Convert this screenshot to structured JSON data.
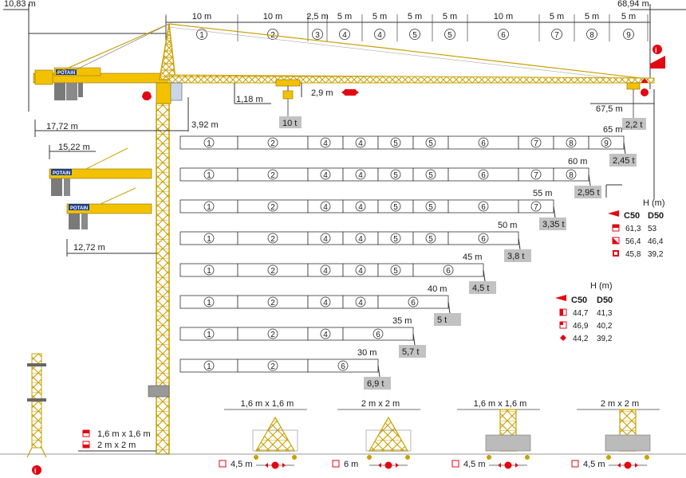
{
  "colors": {
    "yellow": "#f2c200",
    "red": "#e30613",
    "grey": "#c2c2c2",
    "dark": "#333333"
  },
  "top": {
    "left_offset": "10,83 m",
    "right_max": "68,94 m",
    "segments": [
      {
        "len": "10 m",
        "num": "1"
      },
      {
        "len": "10 m",
        "num": "2"
      },
      {
        "len": "2,5 m",
        "num": "3"
      },
      {
        "len": "5 m",
        "num": "4"
      },
      {
        "len": "5 m",
        "num": "4"
      },
      {
        "len": "5 m",
        "num": "5"
      },
      {
        "len": "5 m",
        "num": "5"
      },
      {
        "len": "10 m",
        "num": "6"
      },
      {
        "len": "5 m",
        "num": "7"
      },
      {
        "len": "5 m",
        "num": "8"
      },
      {
        "len": "5 m",
        "num": "9"
      }
    ],
    "hook_height": "1,18 m",
    "trolley_height": "2,9 m",
    "max_load": "10 t",
    "tower_offset": "3,92 m",
    "counter_jib_1": "17,72 m",
    "counter_jib_2": "15,22 m",
    "counter_jib_3": "12,72 m",
    "tip_radius": "67,5 m",
    "tip_load": "2,2 t",
    "logo": "POTAIN"
  },
  "jibs": [
    {
      "radius": "65 m",
      "load": "2,45 t",
      "sections": [
        "1",
        "2",
        "4",
        "4",
        "5",
        "5",
        "6",
        "7",
        "8",
        "9"
      ]
    },
    {
      "radius": "60 m",
      "load": "2,95 t",
      "sections": [
        "1",
        "2",
        "4",
        "4",
        "5",
        "5",
        "6",
        "7",
        "8"
      ]
    },
    {
      "radius": "55 m",
      "load": "3,35 t",
      "sections": [
        "1",
        "2",
        "4",
        "4",
        "5",
        "5",
        "6",
        "7"
      ]
    },
    {
      "radius": "50 m",
      "load": "3,8 t",
      "sections": [
        "1",
        "2",
        "4",
        "4",
        "5",
        "5",
        "6"
      ]
    },
    {
      "radius": "45 m",
      "load": "4,5 t",
      "sections": [
        "1",
        "2",
        "4",
        "4",
        "5",
        "6"
      ]
    },
    {
      "radius": "40 m",
      "load": "5 t",
      "sections": [
        "1",
        "2",
        "4",
        "4",
        "6"
      ]
    },
    {
      "radius": "35 m",
      "load": "5,7 t",
      "sections": [
        "1",
        "2",
        "4",
        "6"
      ]
    },
    {
      "radius": "30 m",
      "load": "6,9 t",
      "sections": [
        "1",
        "2",
        "6"
      ]
    }
  ],
  "table1": {
    "title": "H (m)",
    "col1": "C50",
    "col2": "D50",
    "rows": [
      [
        "61,3",
        "53"
      ],
      [
        "56,4",
        "46,4"
      ],
      [
        "45,8",
        "39,2"
      ]
    ]
  },
  "table2": {
    "title": "H (m)",
    "col1": "C50",
    "col2": "D50",
    "rows": [
      [
        "44,7",
        "41,3"
      ],
      [
        "46,9",
        "40,2"
      ],
      [
        "44,2",
        "39,2"
      ]
    ]
  },
  "mast_sizes": [
    "1,6 m x 1,6 m",
    "2 m x 2 m"
  ],
  "bases": [
    {
      "size": "1,6 m x 1,6 m",
      "width": "4,5 m"
    },
    {
      "size": "2 m x 2 m",
      "width": "6 m"
    },
    {
      "size": "1,6 m x 1,6 m",
      "width": "4,5 m"
    },
    {
      "size": "2 m x 2 m",
      "width": "4,5 m"
    }
  ]
}
